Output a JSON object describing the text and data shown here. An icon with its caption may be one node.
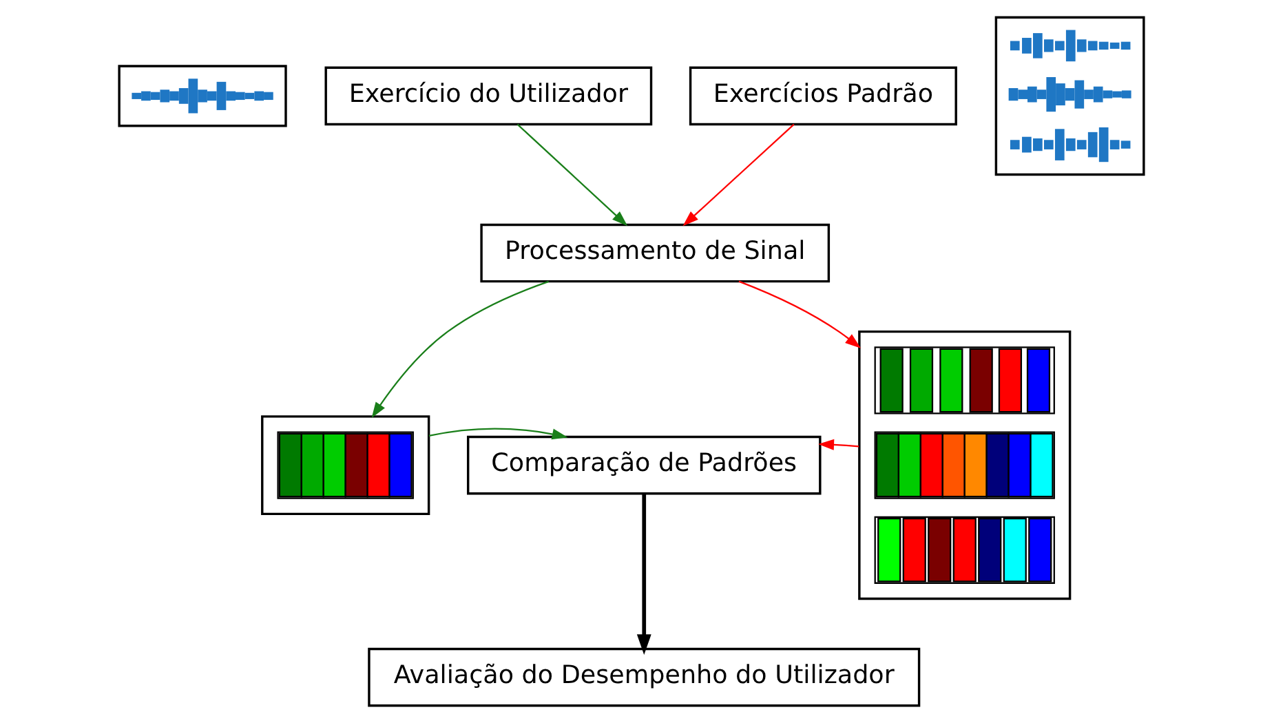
{
  "diagram": {
    "nodes": [
      {
        "text": [],
        "shape": "picture"
      },
      {
        "text": [
          "Exercício do Utilizador"
        ]
      },
      {
        "text": [
          "Exercícios Padrão"
        ]
      },
      {
        "text": [],
        "shape": "picture"
      },
      {
        "text": [
          "Processamento de Sinal"
        ]
      },
      {
        "text": [],
        "shape": "picture"
      },
      {
        "text": [
          "Comparação de Padrões"
        ]
      },
      {
        "text": [],
        "shape": "picture"
      },
      {
        "text": [
          "Avaliação do Desempenho do Utilizador"
        ]
      }
    ],
    "edges": [
      {
        "from": 1,
        "to": 4,
        "arrow": "to",
        "color": "#1a7f1a"
      },
      {
        "from": 2,
        "to": 4,
        "arrow": "to",
        "color": "#ff0000"
      },
      {
        "from": 4,
        "to": 5,
        "arrow": "to",
        "color": "#1a7f1a"
      },
      {
        "from": 4,
        "to": 7,
        "arrow": "to",
        "color": "#ff0000"
      },
      {
        "from": 5,
        "to": 6,
        "arrow": "to",
        "color": "#1a7f1a"
      },
      {
        "from": 7,
        "to": 6,
        "arrow": "to",
        "color": "#ff0000"
      },
      {
        "from": 6,
        "to": 8,
        "arrow": "to",
        "style": "thick",
        "color": "#000000"
      }
    ]
  }
}
